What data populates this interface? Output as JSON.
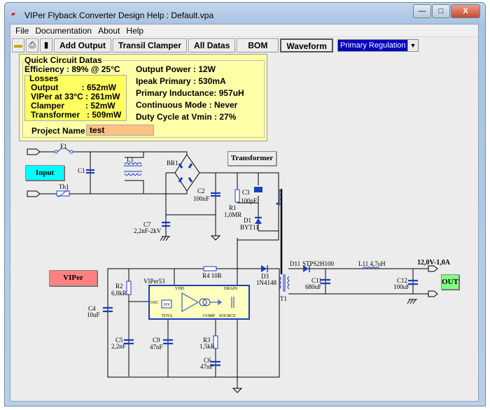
{
  "window": {
    "title": "VIPer Flyback Converter Design Help :  Default.vpa",
    "logo": "viper",
    "minimize": "—",
    "maximize": "□",
    "close": "X"
  },
  "menu": [
    "File",
    "Documentation",
    "About",
    "Help"
  ],
  "toolbar": {
    "icons": [
      "open-folder-icon",
      "print-icon",
      "save-icon"
    ],
    "buttons": [
      "Add Output",
      "Transil Clamper",
      "All Datas",
      "BOM",
      "Waveform"
    ],
    "regulation": "Primary Regulation"
  },
  "quick": {
    "title": "Quick Circuit Datas",
    "efficiency": "Efficiency : 89% @ 25°C",
    "losses": {
      "title": "Losses",
      "rows": [
        "Output          : 652mW",
        "VIPer at 33°C : 261mW",
        "Clamper         : 52mW",
        "Transformer   : 509mW"
      ]
    },
    "right": [
      "Output Power : 12W",
      "Ipeak Primary : 530mA",
      "Primary Inductance: 957uH",
      "Continuous Mode : Never",
      "Duty Cycle at Vmin : 27%"
    ],
    "project_label": "Project Name :",
    "project_value": "test"
  },
  "buttons": {
    "input": "Input",
    "transformer": "Transformer",
    "viper": "VIPer",
    "out": "OUT"
  },
  "colors": {
    "input": "#00ffff",
    "viper": "#ff8080",
    "out": "#80ff80",
    "panel": "#ffffa8",
    "component": "#1a3ec0"
  },
  "schematic": {
    "F1": "F1",
    "Th1": "Th1",
    "C1": "C1",
    "L1": "L1",
    "BR1": "BR1",
    "C2": "C2",
    "C2v": "100nF",
    "C7": "C7",
    "C7v": "2,2nF-2kV",
    "R1": "R1",
    "R1v": "1,0MR",
    "C3": "C3",
    "C3v": "100pF",
    "D1": "D1",
    "D1v": "BYT11",
    "R4": "R4 10R",
    "D3": "D3",
    "D3v": "1N4148",
    "T1": "T1",
    "D11": "D11",
    "D11v": "STPS2H100",
    "C11": "C11",
    "C11v": "680uF",
    "L11": "L11 4,7uH",
    "C12": "C12",
    "C12v": "100uF",
    "out_label": "12,0V-1,0A",
    "C4": "C4",
    "C4v": "10uF",
    "R2": "R2",
    "R2v": "6,8kR",
    "C5": "C5",
    "C5v": "2,2nF",
    "C9": "C9",
    "C9v": "47nF",
    "R3": "R3",
    "R3v": "1,5kR",
    "C6": "C6",
    "C6v": "47nF",
    "ic": "VIPer53",
    "vdd": "VDD",
    "drain": "DRAIN",
    "osc": "OSC",
    "ref": "16V",
    "tovl": "TOVL",
    "comp": "COMP",
    "source": "SOURCE"
  }
}
